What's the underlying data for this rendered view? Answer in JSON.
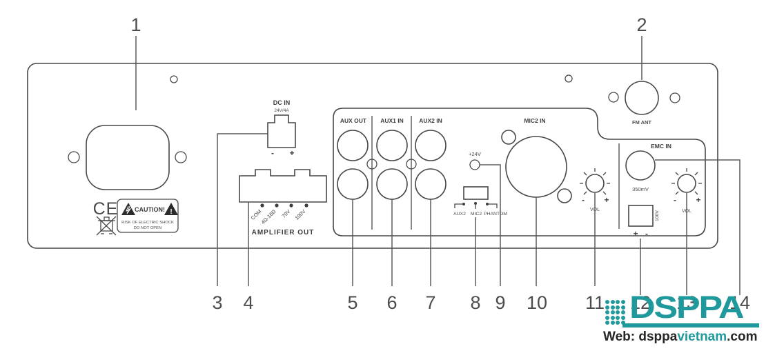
{
  "colors": {
    "line": "#474747",
    "teal": "#1f999b",
    "text_dark": "#262626"
  },
  "callouts": {
    "c1": "1",
    "c2": "2",
    "c3": "3",
    "c4": "4",
    "c5": "5",
    "c6": "6",
    "c7": "7",
    "c8": "8",
    "c9": "9",
    "c10": "10",
    "c11": "11",
    "c12": "12",
    "c13": "13",
    "c14": "14"
  },
  "safety": {
    "ce_mark": "CE",
    "caution_title": "CAUTION!",
    "caution_line1": "RISK OF ELECTRIC SHOCK",
    "caution_line2": "DO NOT OPEN",
    "warning_excl": "!"
  },
  "dc_power": {
    "label": "DC IN",
    "rating": "24V/4A",
    "minus": "-",
    "plus": "+"
  },
  "amplifier_out": {
    "label": "AMPLIFIER OUT",
    "terminals": [
      "COM",
      "4Ω-16Ω",
      "70V",
      "100V"
    ]
  },
  "aux": {
    "out": "AUX OUT",
    "in1": "AUX1 IN",
    "in2": "AUX2 IN"
  },
  "mic": {
    "label": "MIC2 IN",
    "phantom_indicator": "+24V",
    "switch_positions": [
      "AUX2",
      "MIC2",
      "PHANTOM"
    ]
  },
  "vol_mic": {
    "minus": "-",
    "plus": "+",
    "label": "VOL"
  },
  "fm": {
    "label": "FM ANT"
  },
  "emc": {
    "label": "EMC IN",
    "sensitivity": "350mV",
    "line_terminal": "100V",
    "plus": "+",
    "minus": "-"
  },
  "vol_emc": {
    "minus": "-",
    "plus": "+",
    "label": "VOL"
  },
  "logo": {
    "name": "DSPPA",
    "web_prefix": "Web: dsppa",
    "web_highlight": "vietnam",
    "web_suffix": ".com"
  }
}
